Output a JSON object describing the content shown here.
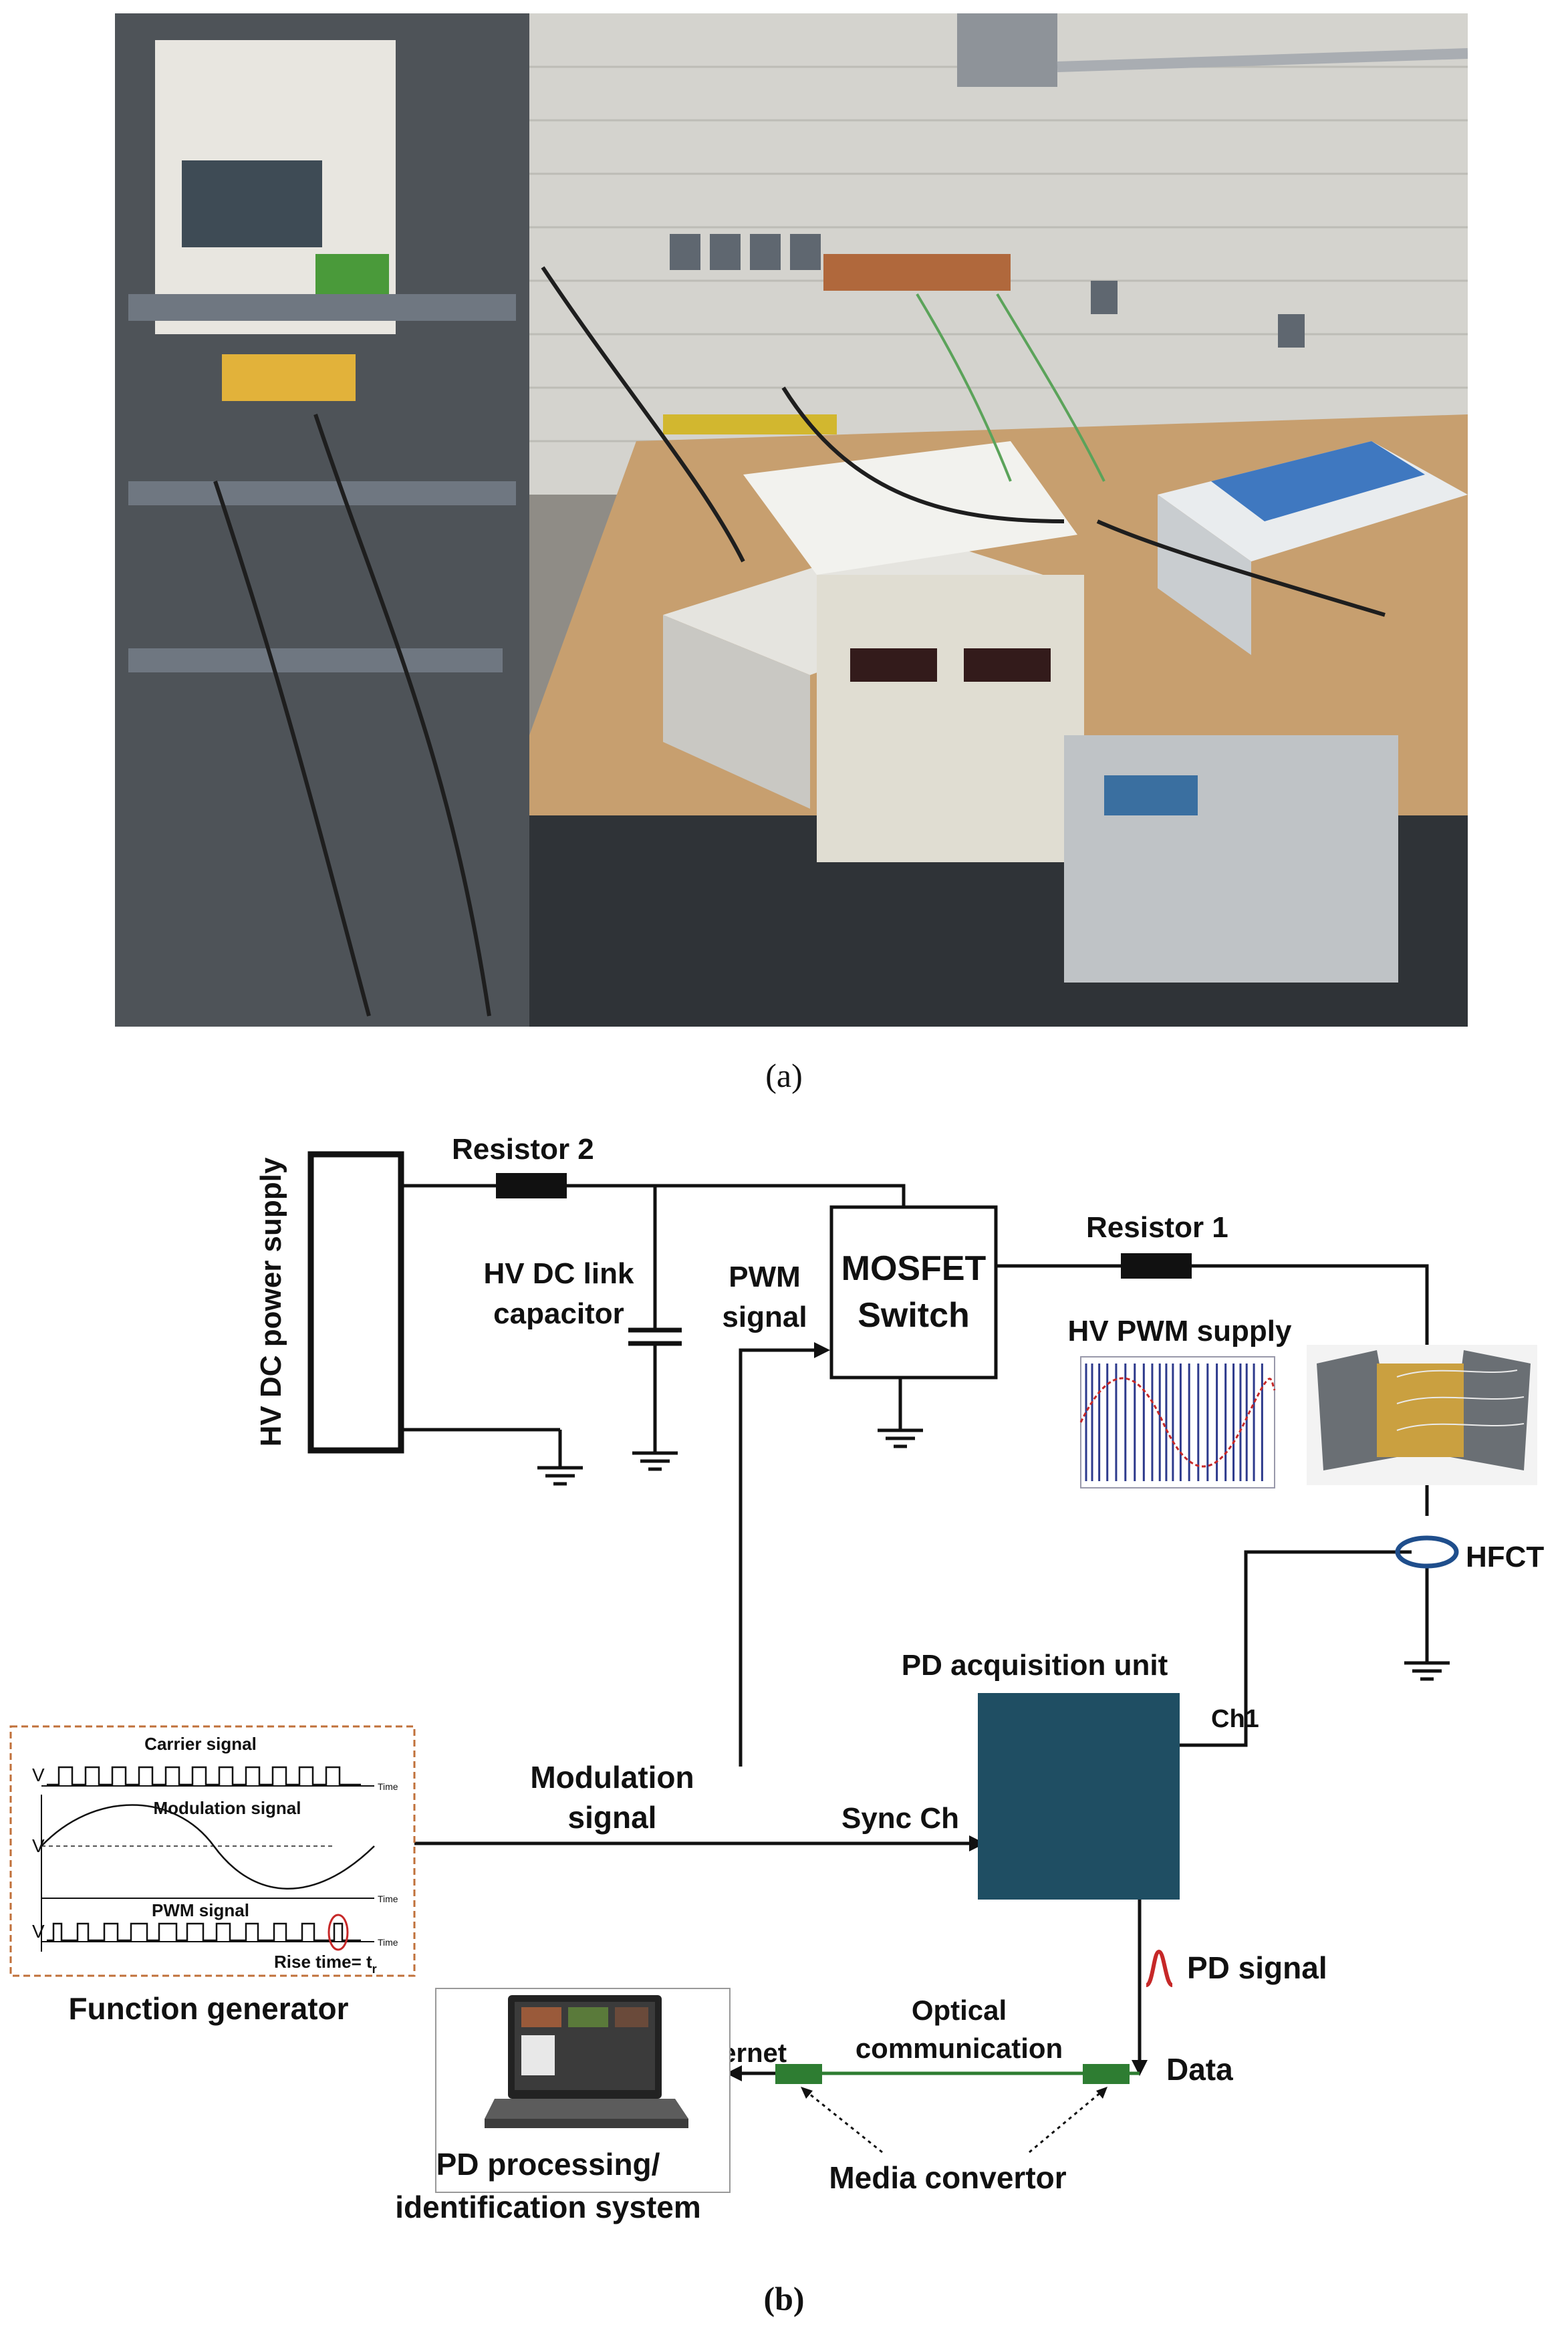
{
  "panel_a": {
    "caption": "(a)"
  },
  "panel_b": {
    "caption": "(b)",
    "labels": {
      "hv_dc_supply": "HV DC power supply",
      "resistor2": "Resistor 2",
      "dc_link_capacitor_line1": "HV DC link",
      "dc_link_capacitor_line2": "capacitor",
      "pwm_signal_line1": "PWM",
      "pwm_signal_line2": "signal",
      "mosfet_line1": "MOSFET",
      "mosfet_line2": "Switch",
      "resistor1": "Resistor 1",
      "hv_pwm_supply": "HV PWM supply",
      "hfct": "HFCT",
      "pd_acquisition": "PD acquisition unit",
      "ch1": "Ch1",
      "modulation_line1": "Modulation",
      "modulation_line2": "signal",
      "sync_ch": "Sync Ch",
      "pd_signal": "PD signal",
      "data": "Data",
      "optical_line1": "Optical",
      "optical_line2": "communication",
      "ethernet": "Ethernet",
      "media_convertor": "Media convertor",
      "function_generator": "Function generator",
      "pd_processing_line1": "PD processing/",
      "pd_processing_line2": "identification system"
    },
    "function_generator_inset": {
      "carrier": "Carrier signal",
      "modulation": "Modulation signal",
      "pwm": "PWM signal",
      "rise_time": "Rise time= t",
      "rise_time_sub": "r",
      "axis_v": "V",
      "axis_time": "Time"
    },
    "colors": {
      "acquisition_unit": "#1f4e63",
      "media_convertor": "#2e7d32",
      "pd_pulse": "#c62828",
      "inset_border": "#c0703a"
    }
  }
}
